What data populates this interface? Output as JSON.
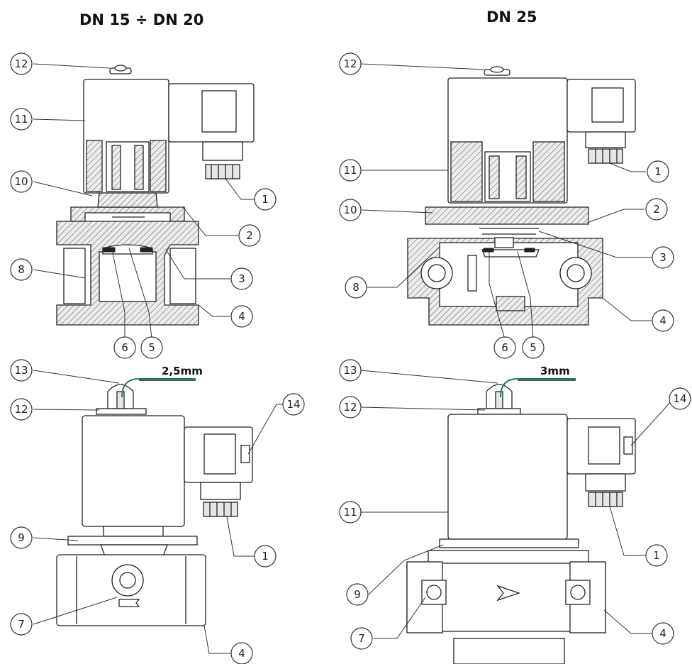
{
  "titles": {
    "left": "DN 15 ÷ DN 20",
    "right": "DN 25"
  },
  "dimensions": {
    "left": "2,5mm",
    "right": "3mm"
  },
  "callouts": {
    "left_section": [
      "12",
      "11",
      "10",
      "8",
      "1",
      "2",
      "3",
      "4",
      "6",
      "5"
    ],
    "right_section": [
      "12",
      "11",
      "10",
      "8",
      "1",
      "2",
      "3",
      "4",
      "6",
      "5"
    ],
    "left_view": [
      "13",
      "12",
      "9",
      "7",
      "14",
      "1",
      "4"
    ],
    "right_view": [
      "13",
      "12",
      "11",
      "9",
      "7",
      "14",
      "1",
      "4"
    ]
  },
  "colors": {
    "line": "#222222",
    "wire": "#2a7a5a"
  }
}
